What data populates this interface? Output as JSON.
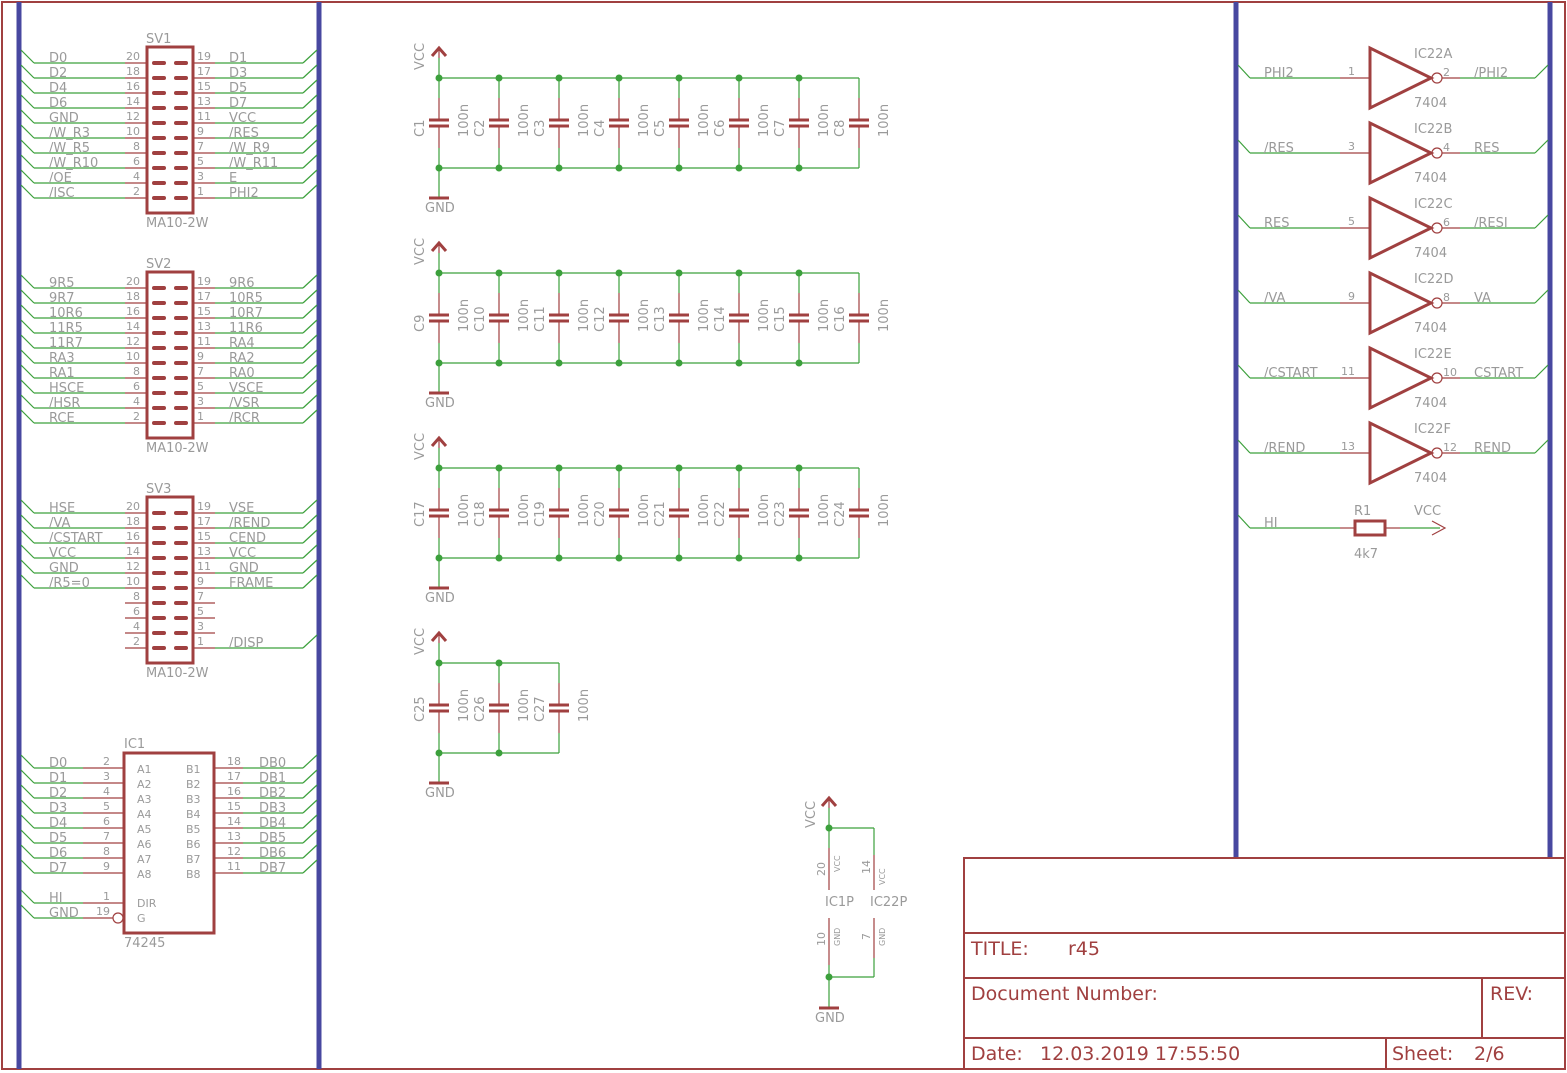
{
  "colors": {
    "net": "#3ca03c",
    "part": "#a04040",
    "bus": "#4848a0",
    "text": "#9a9a9a"
  },
  "connectors": [
    {
      "name": "SV1",
      "value": "MA10-2W",
      "left": [
        {
          "pin": "20",
          "label": "D0"
        },
        {
          "pin": "18",
          "label": "D2"
        },
        {
          "pin": "16",
          "label": "D4"
        },
        {
          "pin": "14",
          "label": "D6"
        },
        {
          "pin": "12",
          "label": "GND"
        },
        {
          "pin": "10",
          "label": "/W_R3"
        },
        {
          "pin": "8",
          "label": "/W_R5"
        },
        {
          "pin": "6",
          "label": "/W_R10"
        },
        {
          "pin": "4",
          "label": "/OE"
        },
        {
          "pin": "2",
          "label": "/ISC"
        }
      ],
      "right": [
        {
          "pin": "19",
          "label": "D1"
        },
        {
          "pin": "17",
          "label": "D3"
        },
        {
          "pin": "15",
          "label": "D5"
        },
        {
          "pin": "13",
          "label": "D7"
        },
        {
          "pin": "11",
          "label": "VCC"
        },
        {
          "pin": "9",
          "label": "/RES"
        },
        {
          "pin": "7",
          "label": "/W_R9"
        },
        {
          "pin": "5",
          "label": "/W_R11"
        },
        {
          "pin": "3",
          "label": "E"
        },
        {
          "pin": "1",
          "label": "PHI2"
        }
      ]
    },
    {
      "name": "SV2",
      "value": "MA10-2W",
      "left": [
        {
          "pin": "20",
          "label": "9R5"
        },
        {
          "pin": "18",
          "label": "9R7"
        },
        {
          "pin": "16",
          "label": "10R6"
        },
        {
          "pin": "14",
          "label": "11R5"
        },
        {
          "pin": "12",
          "label": "11R7"
        },
        {
          "pin": "10",
          "label": "RA3"
        },
        {
          "pin": "8",
          "label": "RA1"
        },
        {
          "pin": "6",
          "label": "HSCE"
        },
        {
          "pin": "4",
          "label": "/HSR"
        },
        {
          "pin": "2",
          "label": "RCE"
        }
      ],
      "right": [
        {
          "pin": "19",
          "label": "9R6"
        },
        {
          "pin": "17",
          "label": "10R5"
        },
        {
          "pin": "15",
          "label": "10R7"
        },
        {
          "pin": "13",
          "label": "11R6"
        },
        {
          "pin": "11",
          "label": "RA4"
        },
        {
          "pin": "9",
          "label": "RA2"
        },
        {
          "pin": "7",
          "label": "RA0"
        },
        {
          "pin": "5",
          "label": "VSCE"
        },
        {
          "pin": "3",
          "label": "/VSR"
        },
        {
          "pin": "1",
          "label": "/RCR"
        }
      ]
    },
    {
      "name": "SV3",
      "value": "MA10-2W",
      "left": [
        {
          "pin": "20",
          "label": "HSE"
        },
        {
          "pin": "18",
          "label": "/VA"
        },
        {
          "pin": "16",
          "label": "/CSTART"
        },
        {
          "pin": "14",
          "label": "VCC"
        },
        {
          "pin": "12",
          "label": "GND"
        },
        {
          "pin": "10",
          "label": "/R5=0"
        },
        {
          "pin": "8",
          "label": ""
        },
        {
          "pin": "6",
          "label": ""
        },
        {
          "pin": "4",
          "label": ""
        },
        {
          "pin": "2",
          "label": ""
        }
      ],
      "right": [
        {
          "pin": "19",
          "label": "VSE"
        },
        {
          "pin": "17",
          "label": "/REND"
        },
        {
          "pin": "15",
          "label": "CEND"
        },
        {
          "pin": "13",
          "label": "VCC"
        },
        {
          "pin": "11",
          "label": "GND"
        },
        {
          "pin": "9",
          "label": "FRAME"
        },
        {
          "pin": "7",
          "label": ""
        },
        {
          "pin": "5",
          "label": ""
        },
        {
          "pin": "3",
          "label": ""
        },
        {
          "pin": "1",
          "label": "/DISP"
        }
      ]
    }
  ],
  "ic1": {
    "name": "IC1",
    "value": "74245",
    "left": [
      {
        "pin": "2",
        "net": "D0",
        "inner": "A1"
      },
      {
        "pin": "3",
        "net": "D1",
        "inner": "A2"
      },
      {
        "pin": "4",
        "net": "D2",
        "inner": "A3"
      },
      {
        "pin": "5",
        "net": "D3",
        "inner": "A4"
      },
      {
        "pin": "6",
        "net": "D4",
        "inner": "A5"
      },
      {
        "pin": "7",
        "net": "D5",
        "inner": "A6"
      },
      {
        "pin": "8",
        "net": "D6",
        "inner": "A7"
      },
      {
        "pin": "9",
        "net": "D7",
        "inner": "A8"
      }
    ],
    "right": [
      {
        "pin": "18",
        "net": "DB0",
        "inner": "B1"
      },
      {
        "pin": "17",
        "net": "DB1",
        "inner": "B2"
      },
      {
        "pin": "16",
        "net": "DB2",
        "inner": "B3"
      },
      {
        "pin": "15",
        "net": "DB3",
        "inner": "B4"
      },
      {
        "pin": "14",
        "net": "DB4",
        "inner": "B5"
      },
      {
        "pin": "13",
        "net": "DB5",
        "inner": "B6"
      },
      {
        "pin": "12",
        "net": "DB6",
        "inner": "B7"
      },
      {
        "pin": "11",
        "net": "DB7",
        "inner": "B8"
      }
    ],
    "control": [
      {
        "pin": "1",
        "net": "HI",
        "inner": "DIR"
      },
      {
        "pin": "19",
        "net": "GND",
        "inner": "G"
      }
    ]
  },
  "cap_groups": [
    {
      "supply": "VCC",
      "ground": "GND",
      "caps": [
        {
          "name": "C1",
          "value": "100n"
        },
        {
          "name": "C2",
          "value": "100n"
        },
        {
          "name": "C3",
          "value": "100n"
        },
        {
          "name": "C4",
          "value": "100n"
        },
        {
          "name": "C5",
          "value": "100n"
        },
        {
          "name": "C6",
          "value": "100n"
        },
        {
          "name": "C7",
          "value": "100n"
        },
        {
          "name": "C8",
          "value": "100n"
        }
      ]
    },
    {
      "supply": "VCC",
      "ground": "GND",
      "caps": [
        {
          "name": "C9",
          "value": "100n"
        },
        {
          "name": "C10",
          "value": "100n"
        },
        {
          "name": "C11",
          "value": "100n"
        },
        {
          "name": "C12",
          "value": "100n"
        },
        {
          "name": "C13",
          "value": "100n"
        },
        {
          "name": "C14",
          "value": "100n"
        },
        {
          "name": "C15",
          "value": "100n"
        },
        {
          "name": "C16",
          "value": "100n"
        }
      ]
    },
    {
      "supply": "VCC",
      "ground": "GND",
      "caps": [
        {
          "name": "C17",
          "value": "100n"
        },
        {
          "name": "C18",
          "value": "100n"
        },
        {
          "name": "C19",
          "value": "100n"
        },
        {
          "name": "C20",
          "value": "100n"
        },
        {
          "name": "C21",
          "value": "100n"
        },
        {
          "name": "C22",
          "value": "100n"
        },
        {
          "name": "C23",
          "value": "100n"
        },
        {
          "name": "C24",
          "value": "100n"
        }
      ]
    },
    {
      "supply": "VCC",
      "ground": "GND",
      "caps": [
        {
          "name": "C25",
          "value": "100n"
        },
        {
          "name": "C26",
          "value": "100n"
        },
        {
          "name": "C27",
          "value": "100n"
        }
      ]
    }
  ],
  "inverters": [
    {
      "name": "IC22A",
      "value": "7404",
      "in_pin": "1",
      "out_pin": "2",
      "in_net": "PHI2",
      "out_net": "/PHI2"
    },
    {
      "name": "IC22B",
      "value": "7404",
      "in_pin": "3",
      "out_pin": "4",
      "in_net": "/RES",
      "out_net": "RES"
    },
    {
      "name": "IC22C",
      "value": "7404",
      "in_pin": "5",
      "out_pin": "6",
      "in_net": "RES",
      "out_net": "/RESI"
    },
    {
      "name": "IC22D",
      "value": "7404",
      "in_pin": "9",
      "out_pin": "8",
      "in_net": "/VA",
      "out_net": "VA"
    },
    {
      "name": "IC22E",
      "value": "7404",
      "in_pin": "11",
      "out_pin": "10",
      "in_net": "/CSTART",
      "out_net": "CSTART"
    },
    {
      "name": "IC22F",
      "value": "7404",
      "in_pin": "13",
      "out_pin": "12",
      "in_net": "/REND",
      "out_net": "REND"
    }
  ],
  "resistor": {
    "name": "R1",
    "value": "4k7",
    "net": "HI",
    "supply": "VCC"
  },
  "power": {
    "supply": "VCC",
    "ground": "GND",
    "parts": [
      {
        "name": "IC1P",
        "vcc_pin": "20",
        "gnd_pin": "10",
        "vcc_label": "VCC",
        "gnd_label": "GND"
      },
      {
        "name": "IC22P",
        "vcc_pin": "14",
        "gnd_pin": "7",
        "vcc_label": "VCC",
        "gnd_label": "GND"
      }
    ]
  },
  "title_block": {
    "title_label": "TITLE:",
    "title": "r45",
    "doc_label": "Document Number:",
    "rev_label": "REV:",
    "date_label": "Date:",
    "date": "12.03.2019 17:55:50",
    "sheet_label": "Sheet:",
    "sheet": "2/6"
  }
}
